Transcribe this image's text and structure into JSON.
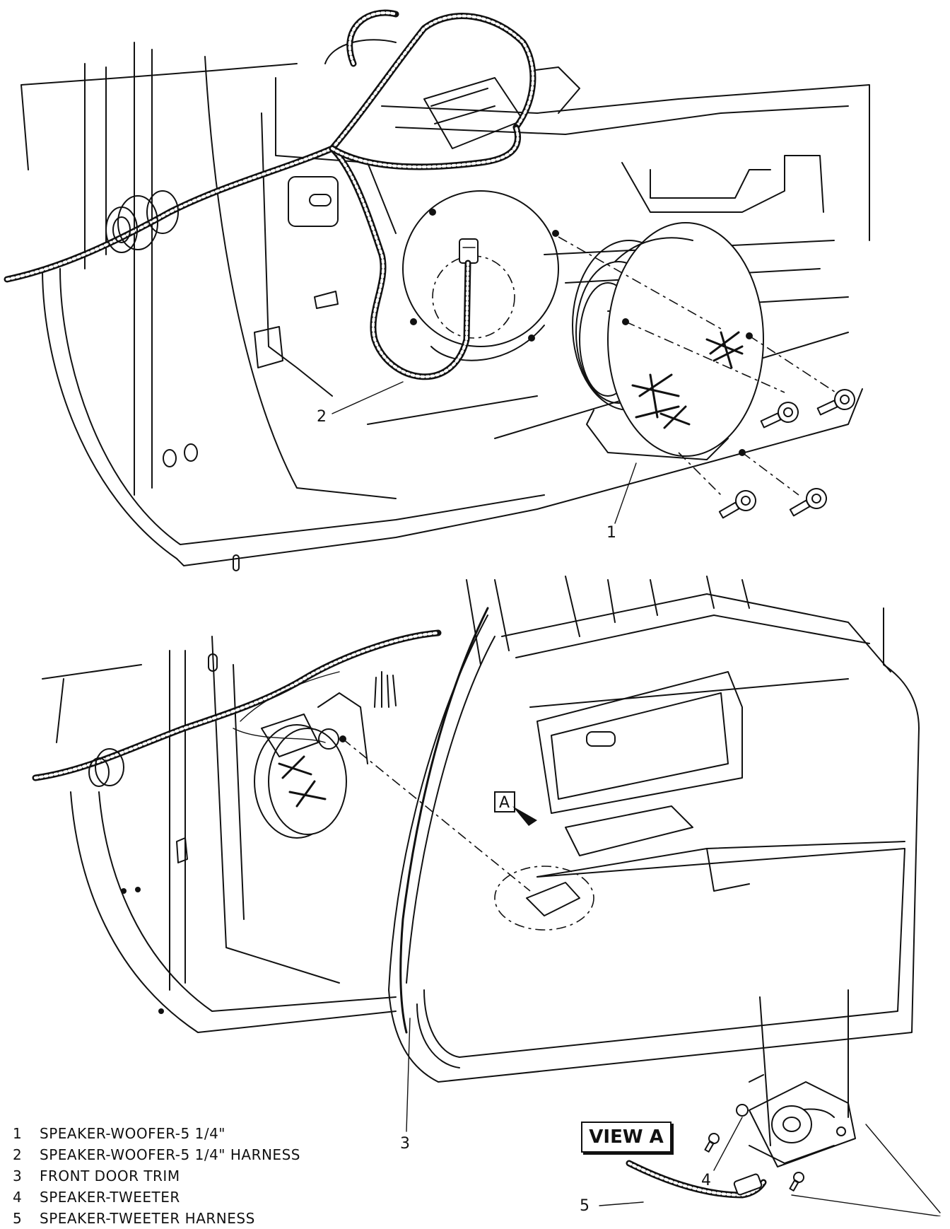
{
  "callouts": {
    "c1": "1",
    "c2": "2",
    "c3": "3",
    "c4": "4",
    "c5": "5",
    "view_tag": "A"
  },
  "view_label": "VIEW A",
  "legend": [
    {
      "num": "1",
      "text": "SPEAKER-WOOFER-5 1/4\""
    },
    {
      "num": "2",
      "text": "SPEAKER-WOOFER-5 1/4\" HARNESS"
    },
    {
      "num": "3",
      "text": "FRONT DOOR TRIM"
    },
    {
      "num": "4",
      "text": "SPEAKER-TWEETER"
    },
    {
      "num": "5",
      "text": "SPEAKER-TWEETER HARNESS"
    }
  ]
}
